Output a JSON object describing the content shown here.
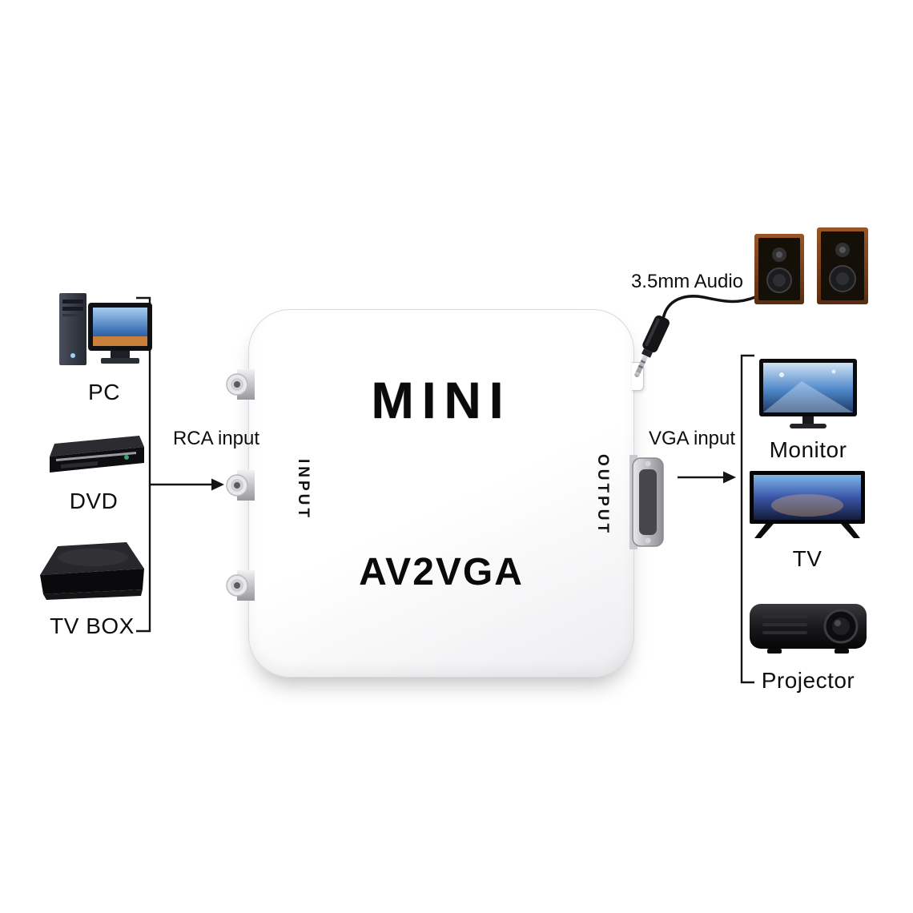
{
  "converter": {
    "brand": "MINI",
    "model": "AV2VGA",
    "input_label": "INPUT",
    "output_label": "OUTPUT"
  },
  "annotations": {
    "rca_input": "RCA input",
    "vga_input": "VGA input",
    "audio": "3.5mm Audio"
  },
  "left_devices": [
    {
      "id": "pc",
      "label": "PC"
    },
    {
      "id": "dvd",
      "label": "DVD"
    },
    {
      "id": "tv-box",
      "label": "TV BOX"
    }
  ],
  "right_devices": [
    {
      "id": "monitor",
      "label": "Monitor"
    },
    {
      "id": "tv",
      "label": "TV"
    },
    {
      "id": "projector",
      "label": "Projector"
    }
  ],
  "colors": {
    "background": "#ffffff",
    "line": "#141414",
    "converter_body": "#ffffff",
    "text": "#0e0e0e"
  }
}
